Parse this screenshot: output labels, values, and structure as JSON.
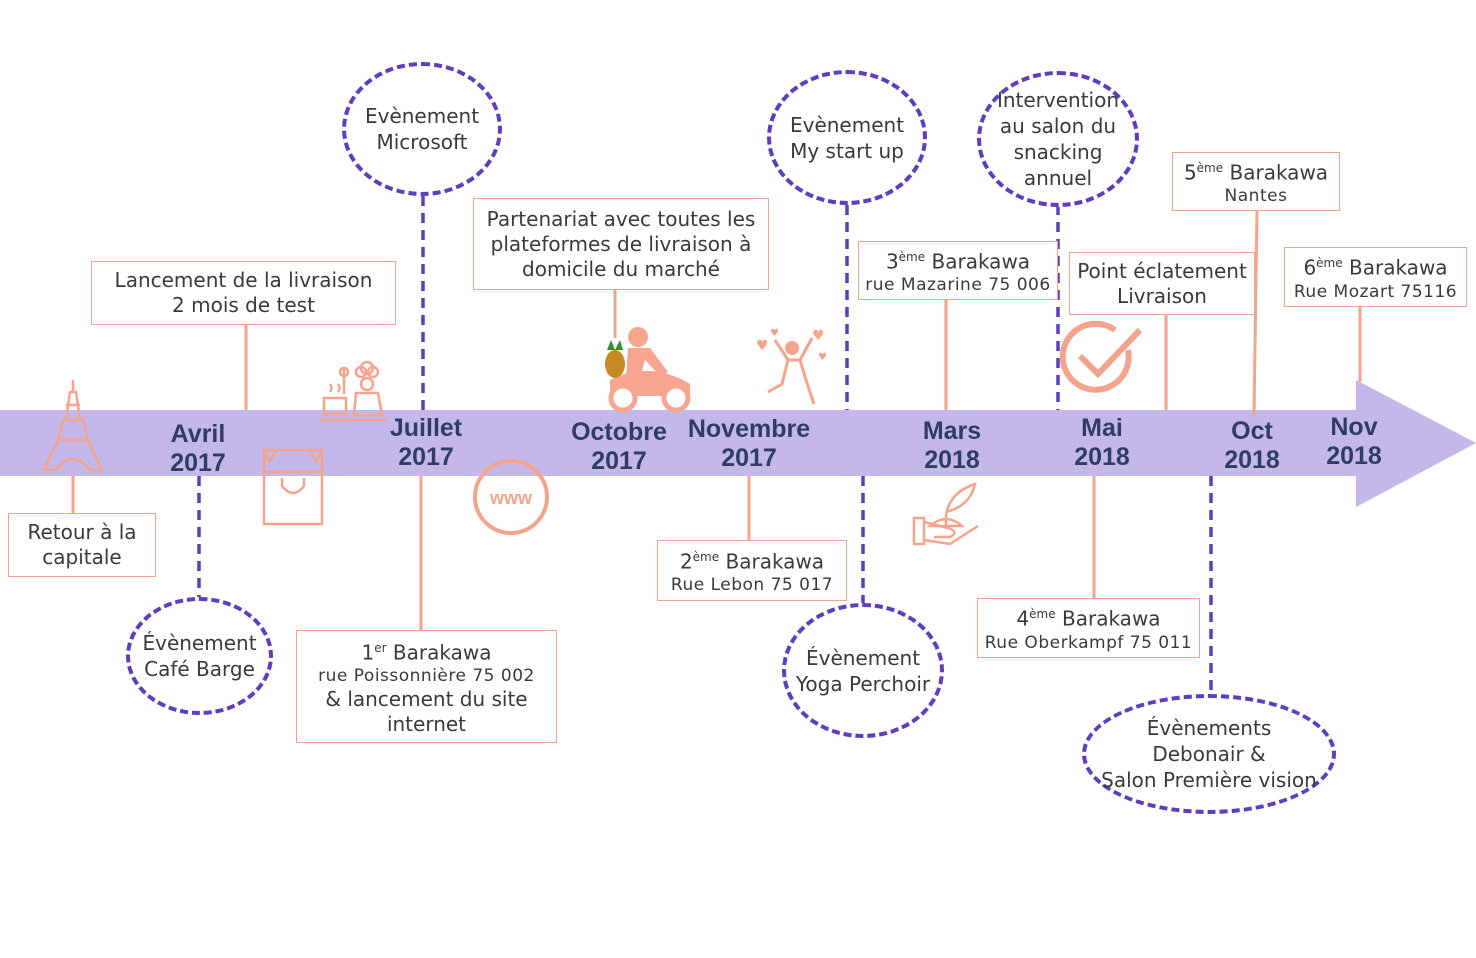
{
  "colors": {
    "arrow": "#c4b8ea",
    "accent": "#f4a38c",
    "dash": "#5b3fbf",
    "date_text": "#2f3d64"
  },
  "dates": [
    {
      "month": "Avril",
      "year": "2017"
    },
    {
      "month": "Juillet",
      "year": "2017"
    },
    {
      "month": "Octobre",
      "year": "2017"
    },
    {
      "month": "Novembre",
      "year": "2017"
    },
    {
      "month": "Mars",
      "year": "2018"
    },
    {
      "month": "Mai",
      "year": "2018"
    },
    {
      "month": "Oct",
      "year": "2018"
    },
    {
      "month": "Nov",
      "year": "2018"
    }
  ],
  "boxes": {
    "retour": {
      "l1": "Retour à la",
      "l2": "capitale"
    },
    "lancement": {
      "l1": "Lancement de la livraison",
      "l2": "2 mois de test"
    },
    "partenariat": {
      "l1": "Partenariat avec toutes les",
      "l2": "plateformes de livraison à",
      "l3": "domicile du marché"
    },
    "b1": {
      "n": "1",
      "sup": "er",
      "name": " Barakawa",
      "addr": "rue Poissonnière 75 002",
      "l3": "& lancement du site",
      "l4": "internet"
    },
    "b2": {
      "n": "2",
      "sup": "ème",
      "name": " Barakawa",
      "addr": "Rue Lebon 75 017"
    },
    "b3": {
      "n": "3",
      "sup": "ème",
      "name": " Barakawa",
      "addr": "rue Mazarine 75 006"
    },
    "b4": {
      "n": "4",
      "sup": "ème",
      "name": " Barakawa",
      "addr": "Rue Oberkampf  75 011"
    },
    "b5": {
      "n": "5",
      "sup": "ème",
      "name": " Barakawa",
      "addr": "Nantes"
    },
    "b6": {
      "n": "6",
      "sup": "ème",
      "name": " Barakawa",
      "addr": "Rue Mozart 75116"
    },
    "point": {
      "l1": "Point éclatement",
      "l2": "Livraison"
    }
  },
  "events": {
    "microsoft": {
      "l1": "Evènement",
      "l2": "Microsoft"
    },
    "startup": {
      "l1": "Evènement",
      "l2": "My start up"
    },
    "snacking": {
      "l1": "Intervention",
      "l2": "au salon du",
      "l3": "snacking",
      "l4": "annuel"
    },
    "cafe": {
      "l1": "Évènement",
      "l2": "Café Barge"
    },
    "yoga": {
      "l1": "Évènement",
      "l2": "Yoga Perchoir"
    },
    "debonair": {
      "l1": "Évènements",
      "l2": "Debonair &",
      "l3": "Salon Première vision"
    }
  },
  "icons": [
    "eiffel-tower-icon",
    "chef-cooking-icon",
    "shopping-bag-icon",
    "www-globe-icon",
    "delivery-scooter-icon",
    "pineapple-icon",
    "celebrating-person-icon",
    "plant-hand-icon",
    "checkmark-circle-icon"
  ]
}
